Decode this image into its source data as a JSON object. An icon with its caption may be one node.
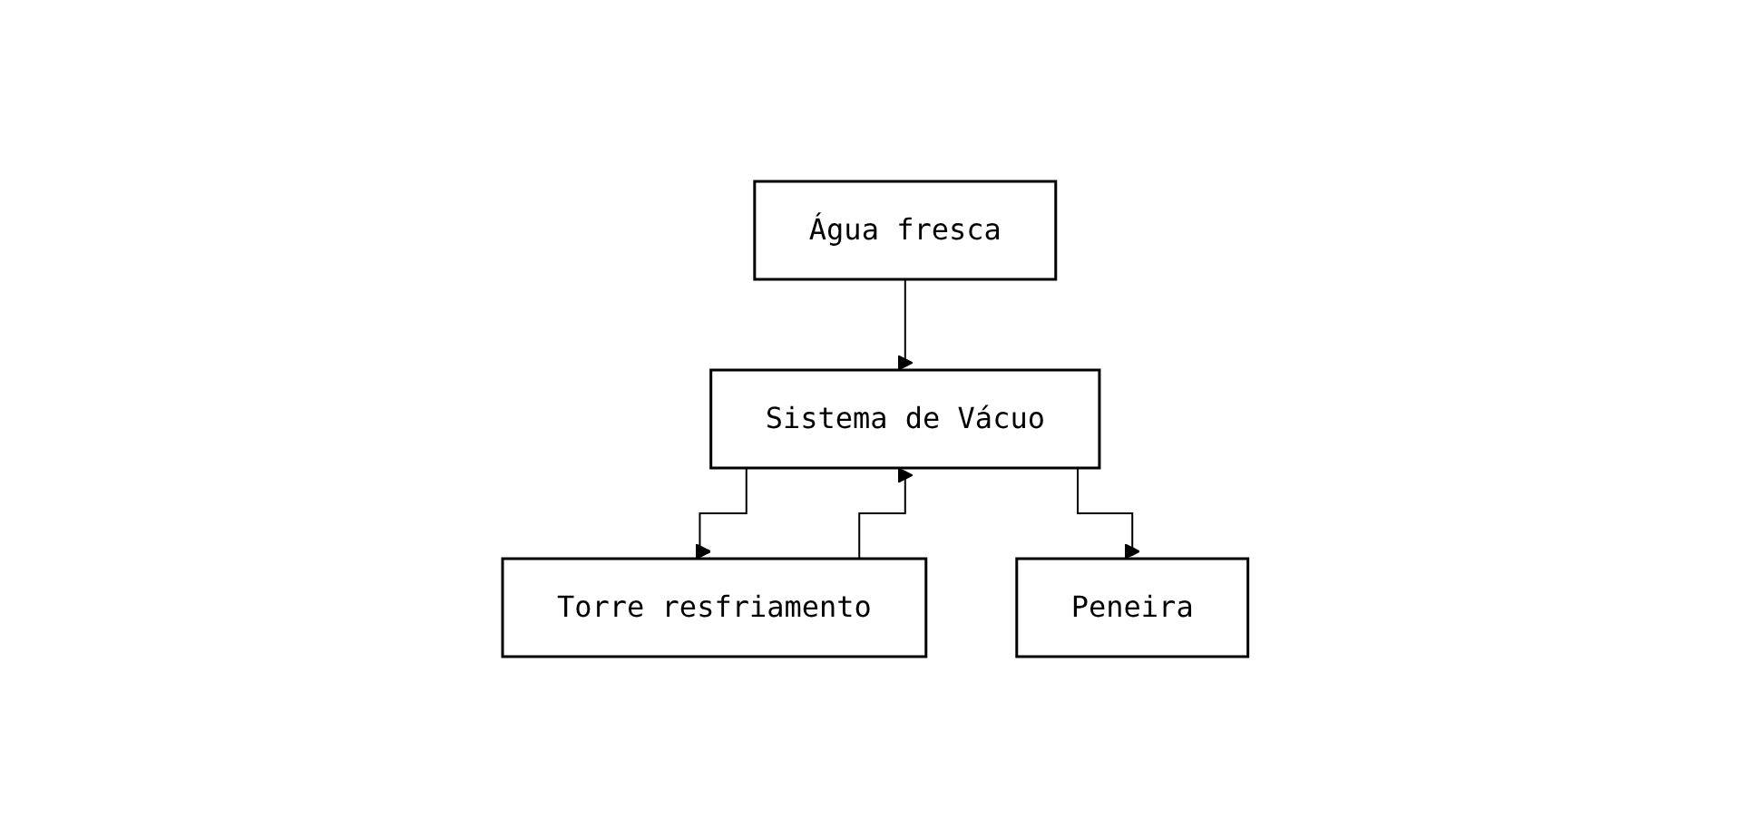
{
  "diagram": {
    "nodes": [
      {
        "text": [
          "Água  fresca"
        ]
      },
      {
        "text": [
          "Torre resfriamento"
        ]
      },
      {
        "text": [
          "Peneira"
        ]
      },
      {
        "text": [
          "Sistema de Vácuo"
        ]
      }
    ],
    "edges": [
      {
        "from": 0,
        "to": 3,
        "arrow": "to"
      },
      {
        "from": 1,
        "to": 3,
        "arrow": "to"
      },
      {
        "from": 3,
        "to": 1,
        "arrow": "to"
      },
      {
        "from": 3,
        "to": 2,
        "arrow": "to"
      }
    ]
  }
}
